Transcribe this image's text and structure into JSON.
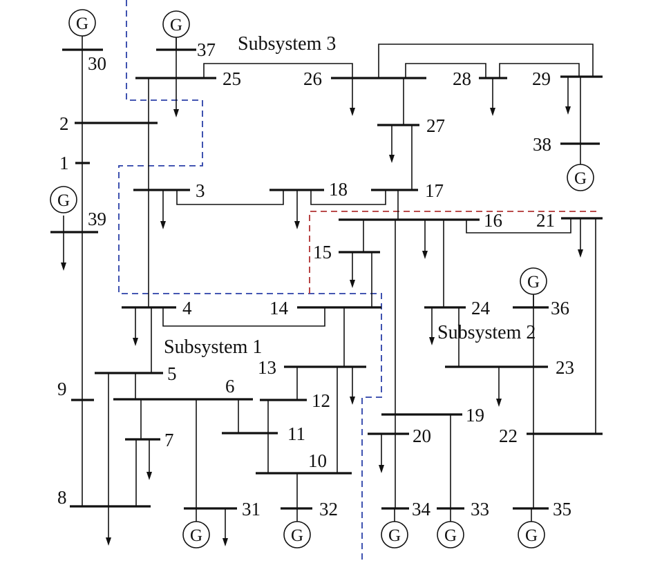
{
  "colors": {
    "line": "#111111",
    "subsystem1_boundary": "#2a3fa8",
    "subsystem2_boundary": "#b03030"
  },
  "subsystem_labels": {
    "s1": "Subsystem 1",
    "s2": "Subsystem 2",
    "s3": "Subsystem 3"
  },
  "generator_symbol": "G",
  "bus_labels": {
    "b1": "1",
    "b2": "2",
    "b3": "3",
    "b4": "4",
    "b5": "5",
    "b6": "6",
    "b7": "7",
    "b8": "8",
    "b9": "9",
    "b10": "10",
    "b11": "11",
    "b12": "12",
    "b13": "13",
    "b14": "14",
    "b15": "15",
    "b16": "16",
    "b17": "17",
    "b18": "18",
    "b19": "19",
    "b20": "20",
    "b21": "21",
    "b22": "22",
    "b23": "23",
    "b24": "24",
    "b25": "25",
    "b26": "26",
    "b27": "27",
    "b28": "28",
    "b29": "29",
    "b30": "30",
    "b31": "31",
    "b32": "32",
    "b33": "33",
    "b34": "34",
    "b35": "35",
    "b36": "36",
    "b37": "37",
    "b38": "38",
    "b39": "39"
  }
}
